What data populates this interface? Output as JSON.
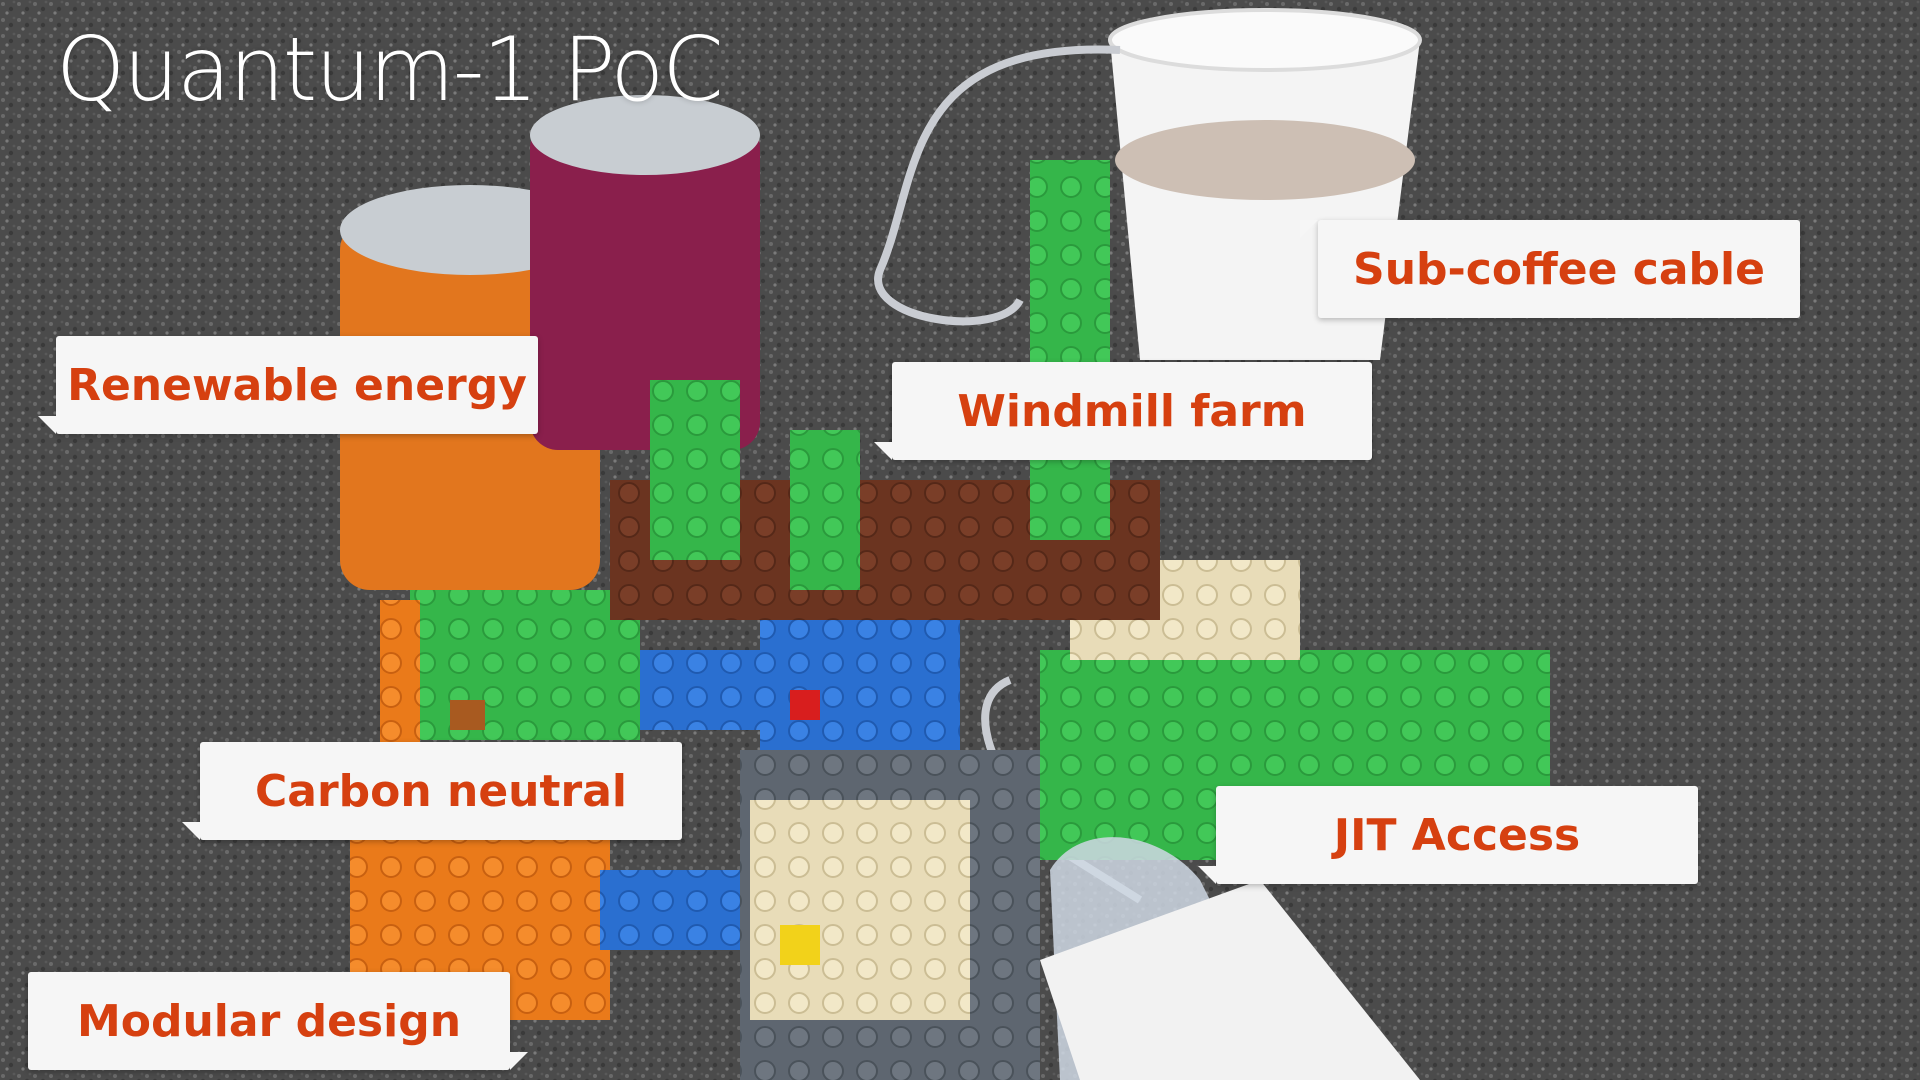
{
  "slide": {
    "title": "Quantum-1 PoC"
  },
  "callouts": {
    "renewable_energy": "Renewable energy",
    "windmill_farm": "Windmill farm",
    "sub_coffee_cable": "Sub-coffee cable",
    "carbon_neutral": "Carbon neutral",
    "jit_access": "JIT Access",
    "modular_design": "Modular design"
  },
  "colors": {
    "callout_text": "#d64010",
    "callout_bg": "#f6f6f6",
    "title_text": "#ffffff"
  }
}
